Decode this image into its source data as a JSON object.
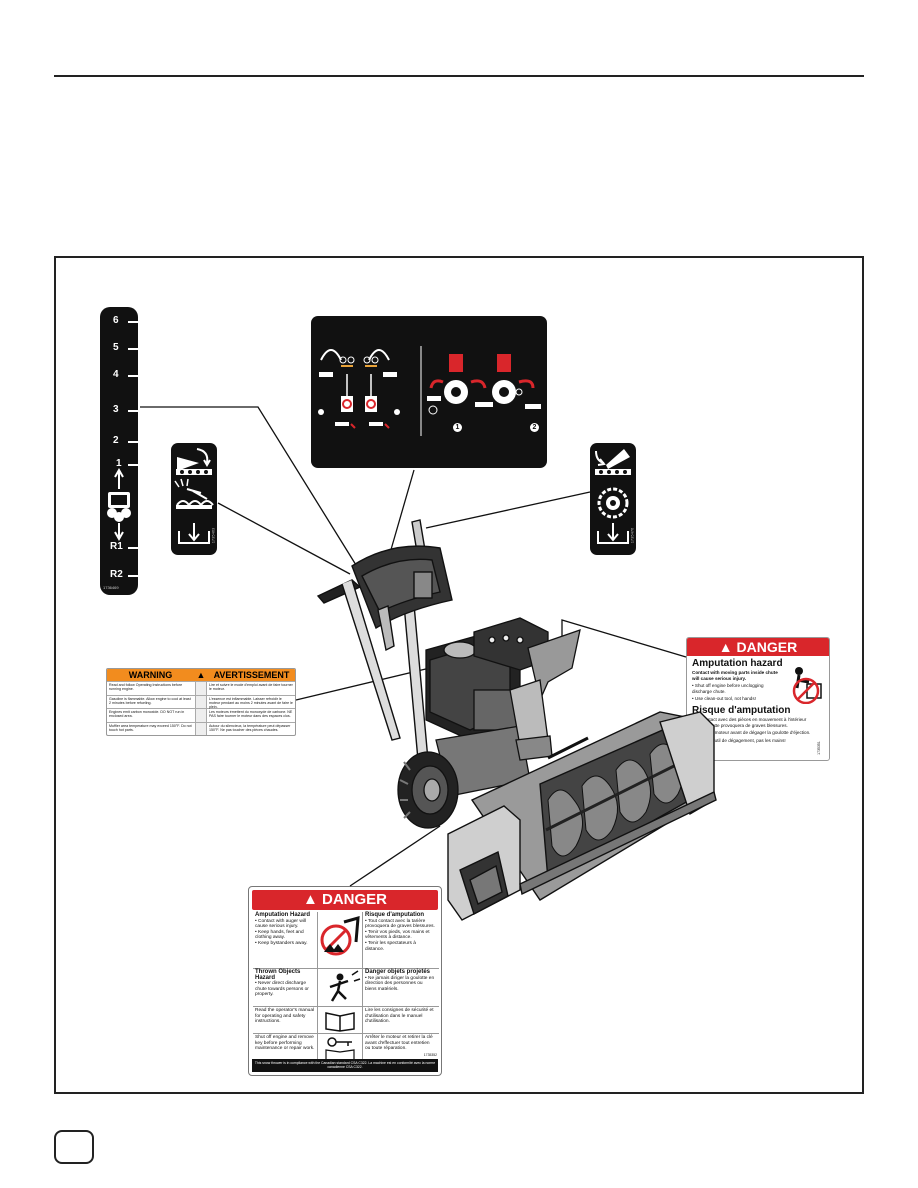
{
  "speed_strip": {
    "labels": [
      "6",
      "5",
      "4",
      "3",
      "2",
      "1",
      "R1",
      "R2"
    ],
    "part_no": "1736469"
  },
  "chute_decal_left": {
    "part_no": "1735463"
  },
  "chute_decal_right": {
    "part_no": "1735476"
  },
  "control_decal": {
    "step1": "1",
    "step2": "2"
  },
  "warning_decal": {
    "title_en": "WARNING",
    "title_fr": "AVERTISSEMENT",
    "rows": [
      {
        "en": "Read and follow Operating Instructions before running engine.",
        "fr": "Lire et suivre le mode d'emploi avant de faire tourner le moteur."
      },
      {
        "en": "Gasoline is flammable. Allow engine to cool at least 2 minutes before refueling.",
        "fr": "L'essence est inflammable. Laisser refroidir le moteur pendant au moins 2 minutes avant de faire le plein."
      },
      {
        "en": "Engines emit carbon monoxide. DO NOT run in enclosed area.",
        "fr": "Les moteurs émettent du monoxyde de carbone. NE PAS faire tourner le moteur dans des espaces clos."
      },
      {
        "en": "Muffler area temperature may exceed 150°F. Do not touch hot parts.",
        "fr": "Autour du silencieux, la température peut dépasser 150°F. Ne pas toucher des pièces chaudes."
      }
    ]
  },
  "danger_right": {
    "header": "DANGER",
    "title_en": "Amputation hazard",
    "body_en": "Contact with moving parts inside chute will cause serious injury.",
    "bullets_en": [
      "Shut off engine before unclogging discharge chute.",
      "Use clean-out tool, not hands!"
    ],
    "title_fr": "Risque d'amputation",
    "body_fr": "Tout contact avec des pièces en mouvement à l'intérieur de la goulotte provoquera de graves blessures.",
    "bullets_fr": [
      "Arrêter le moteur avant de dégager la goulotte d'éjection.",
      "Utiliser l'outil de dégagement, pas les mains!"
    ],
    "part_no": "1735351"
  },
  "danger_big": {
    "header": "DANGER",
    "rows": [
      {
        "en_title": "Amputation Hazard",
        "en": [
          "Contact with auger will cause serious injury.",
          "Keep hands, feet and clothing away.",
          "Keep bystanders away."
        ],
        "fr_title": "Risque d'amputation",
        "fr": [
          "Tout contact avec la tarière provoquera de graves blessures.",
          "Tenir vos pieds, vos mains et vêtements à distance.",
          "Tenir les spectateurs à distance."
        ]
      },
      {
        "en_title": "Thrown Objects Hazard",
        "en": [
          "Never direct discharge chute towards persons or property."
        ],
        "fr_title": "Danger objets projetés",
        "fr": [
          "Ne jamais diriger la goulotte en direction des personnes ou biens matériels."
        ]
      },
      {
        "en_title": "",
        "en": [
          "Read the operator's manual for operating and safety instructions."
        ],
        "fr_title": "",
        "fr": [
          "Lire les consignes de sécurité et d'utilisation dans le manuel d'utilisation."
        ]
      },
      {
        "en_title": "",
        "en": [
          "Shut off engine and remove key before performing maintenance or repair work."
        ],
        "fr_title": "",
        "fr": [
          "Arrêter le moteur et retirer la clé avant d'effectuer tout entretien ou toute réparation."
        ]
      }
    ],
    "part_no": "1735352",
    "footer": "This snow thrower is in compliance with the Canadian standard CSA C322. La machine est en conformité avec la norme canadienne CSA C322."
  }
}
